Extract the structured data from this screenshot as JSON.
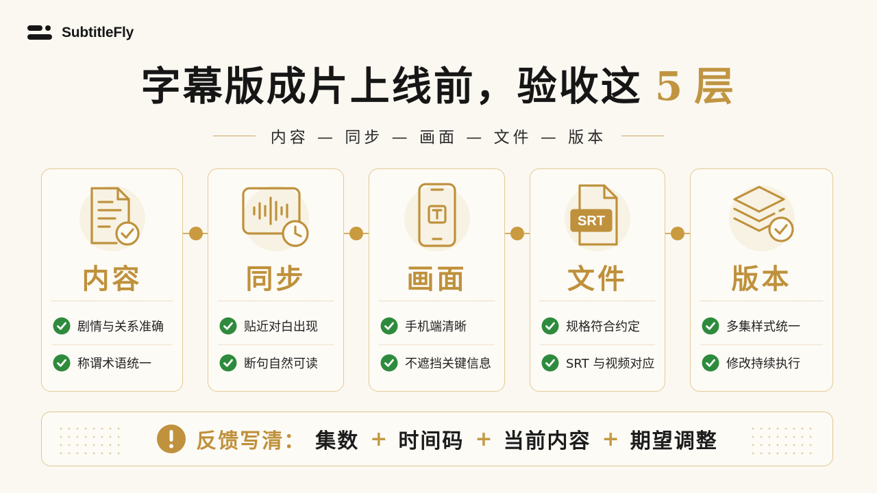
{
  "brand": {
    "name": "SubtitleFly"
  },
  "headline": {
    "main": "字幕版成片上线前，验收这",
    "number": "5",
    "unit": "层"
  },
  "subline": "内容 — 同步 — 画面 — 文件 — 版本",
  "colors": {
    "gold": "#bf913c",
    "green": "#2e8b3d",
    "background": "#fbf8f1"
  },
  "cards": [
    {
      "icon": "document-check-icon",
      "title": "内容",
      "checks": [
        "剧情与关系准确",
        "称谓术语统一"
      ]
    },
    {
      "icon": "waveform-clock-icon",
      "title": "同步",
      "checks": [
        "贴近对白出现",
        "断句自然可读"
      ]
    },
    {
      "icon": "phone-text-icon",
      "title": "画面",
      "checks": [
        "手机端清晰",
        "不遮挡关键信息"
      ]
    },
    {
      "icon": "srt-file-icon",
      "title": "文件",
      "checks": [
        "规格符合约定",
        "SRT 与视频对应"
      ],
      "badge": "SRT"
    },
    {
      "icon": "layers-check-icon",
      "title": "版本",
      "checks": [
        "多集样式统一",
        "修改持续执行"
      ]
    }
  ],
  "feedback": {
    "icon": "exclamation-icon",
    "label": "反馈写清：",
    "items": [
      "集数",
      "时间码",
      "当前内容",
      "期望调整"
    ],
    "joiner": "+"
  }
}
